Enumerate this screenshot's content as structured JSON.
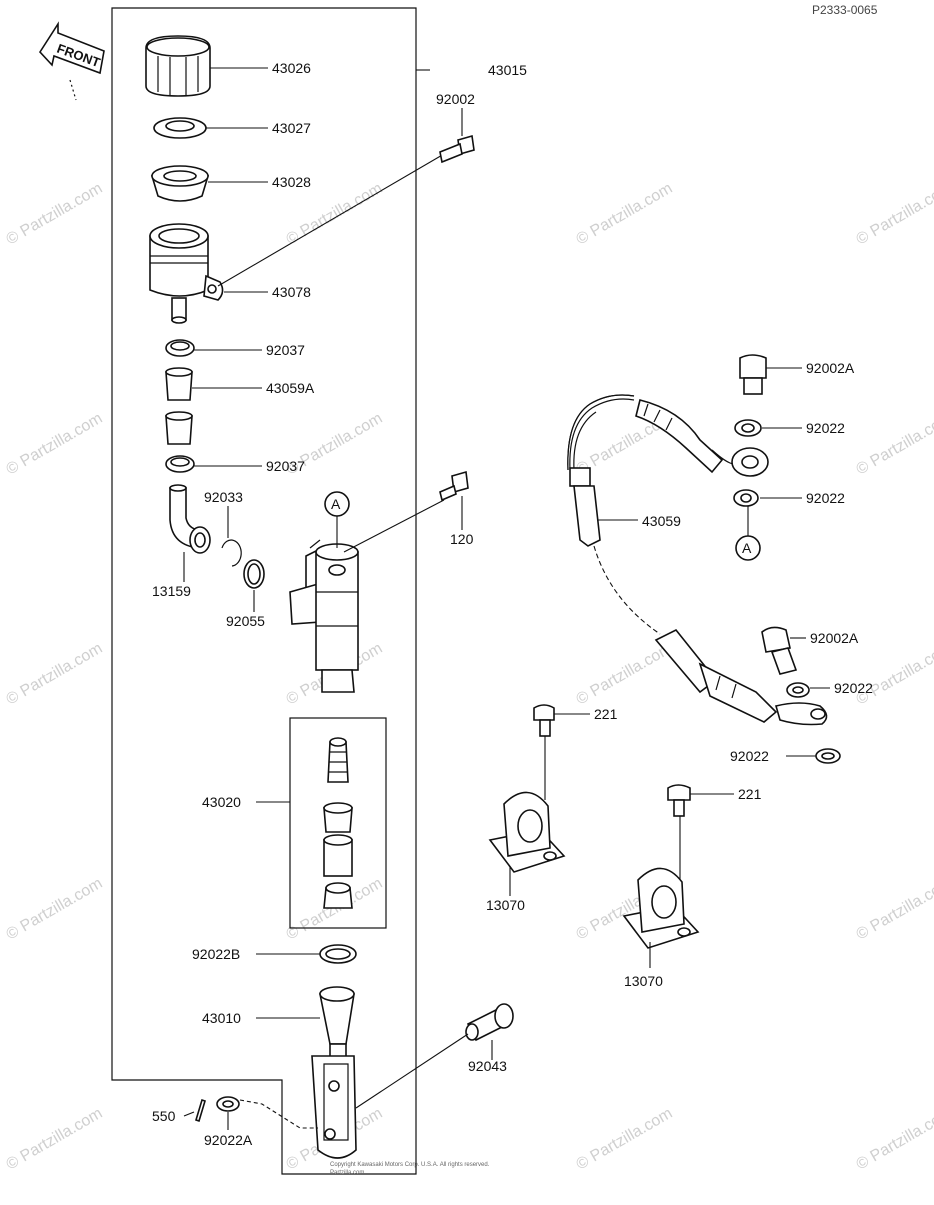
{
  "diagram": {
    "ref_code": "P2333-0065",
    "front_label": "FRONT",
    "watermark": "© Partzilla.com",
    "footer": {
      "line1": "Copyright Kawasaki Motors Corp. U.S.A. All rights reserved.",
      "line2": "Partzilla.com"
    },
    "labels": {
      "p43026": "43026",
      "p43015": "43015",
      "p92002": "92002",
      "p43027": "43027",
      "p43028": "43028",
      "p43078": "43078",
      "p92037a": "92037",
      "p43059a": "43059A",
      "p92037b": "92037",
      "p92033": "92033",
      "p13159": "13159",
      "p92055": "92055",
      "p120": "120",
      "callout_a1": "A",
      "p43020": "43020",
      "p92022b": "92022B",
      "p43010": "43010",
      "p92043": "92043",
      "p550": "550",
      "p92022a_left": "92022A",
      "p92002a_top": "92002A",
      "p92022_1": "92022",
      "p92022_2": "92022",
      "callout_a2": "A",
      "p43059": "43059",
      "p92002a_mid": "92002A",
      "p92022_3": "92022",
      "p92022_4": "92022",
      "p221_1": "221",
      "p221_2": "221",
      "p13070_1": "13070",
      "p13070_2": "13070"
    }
  }
}
